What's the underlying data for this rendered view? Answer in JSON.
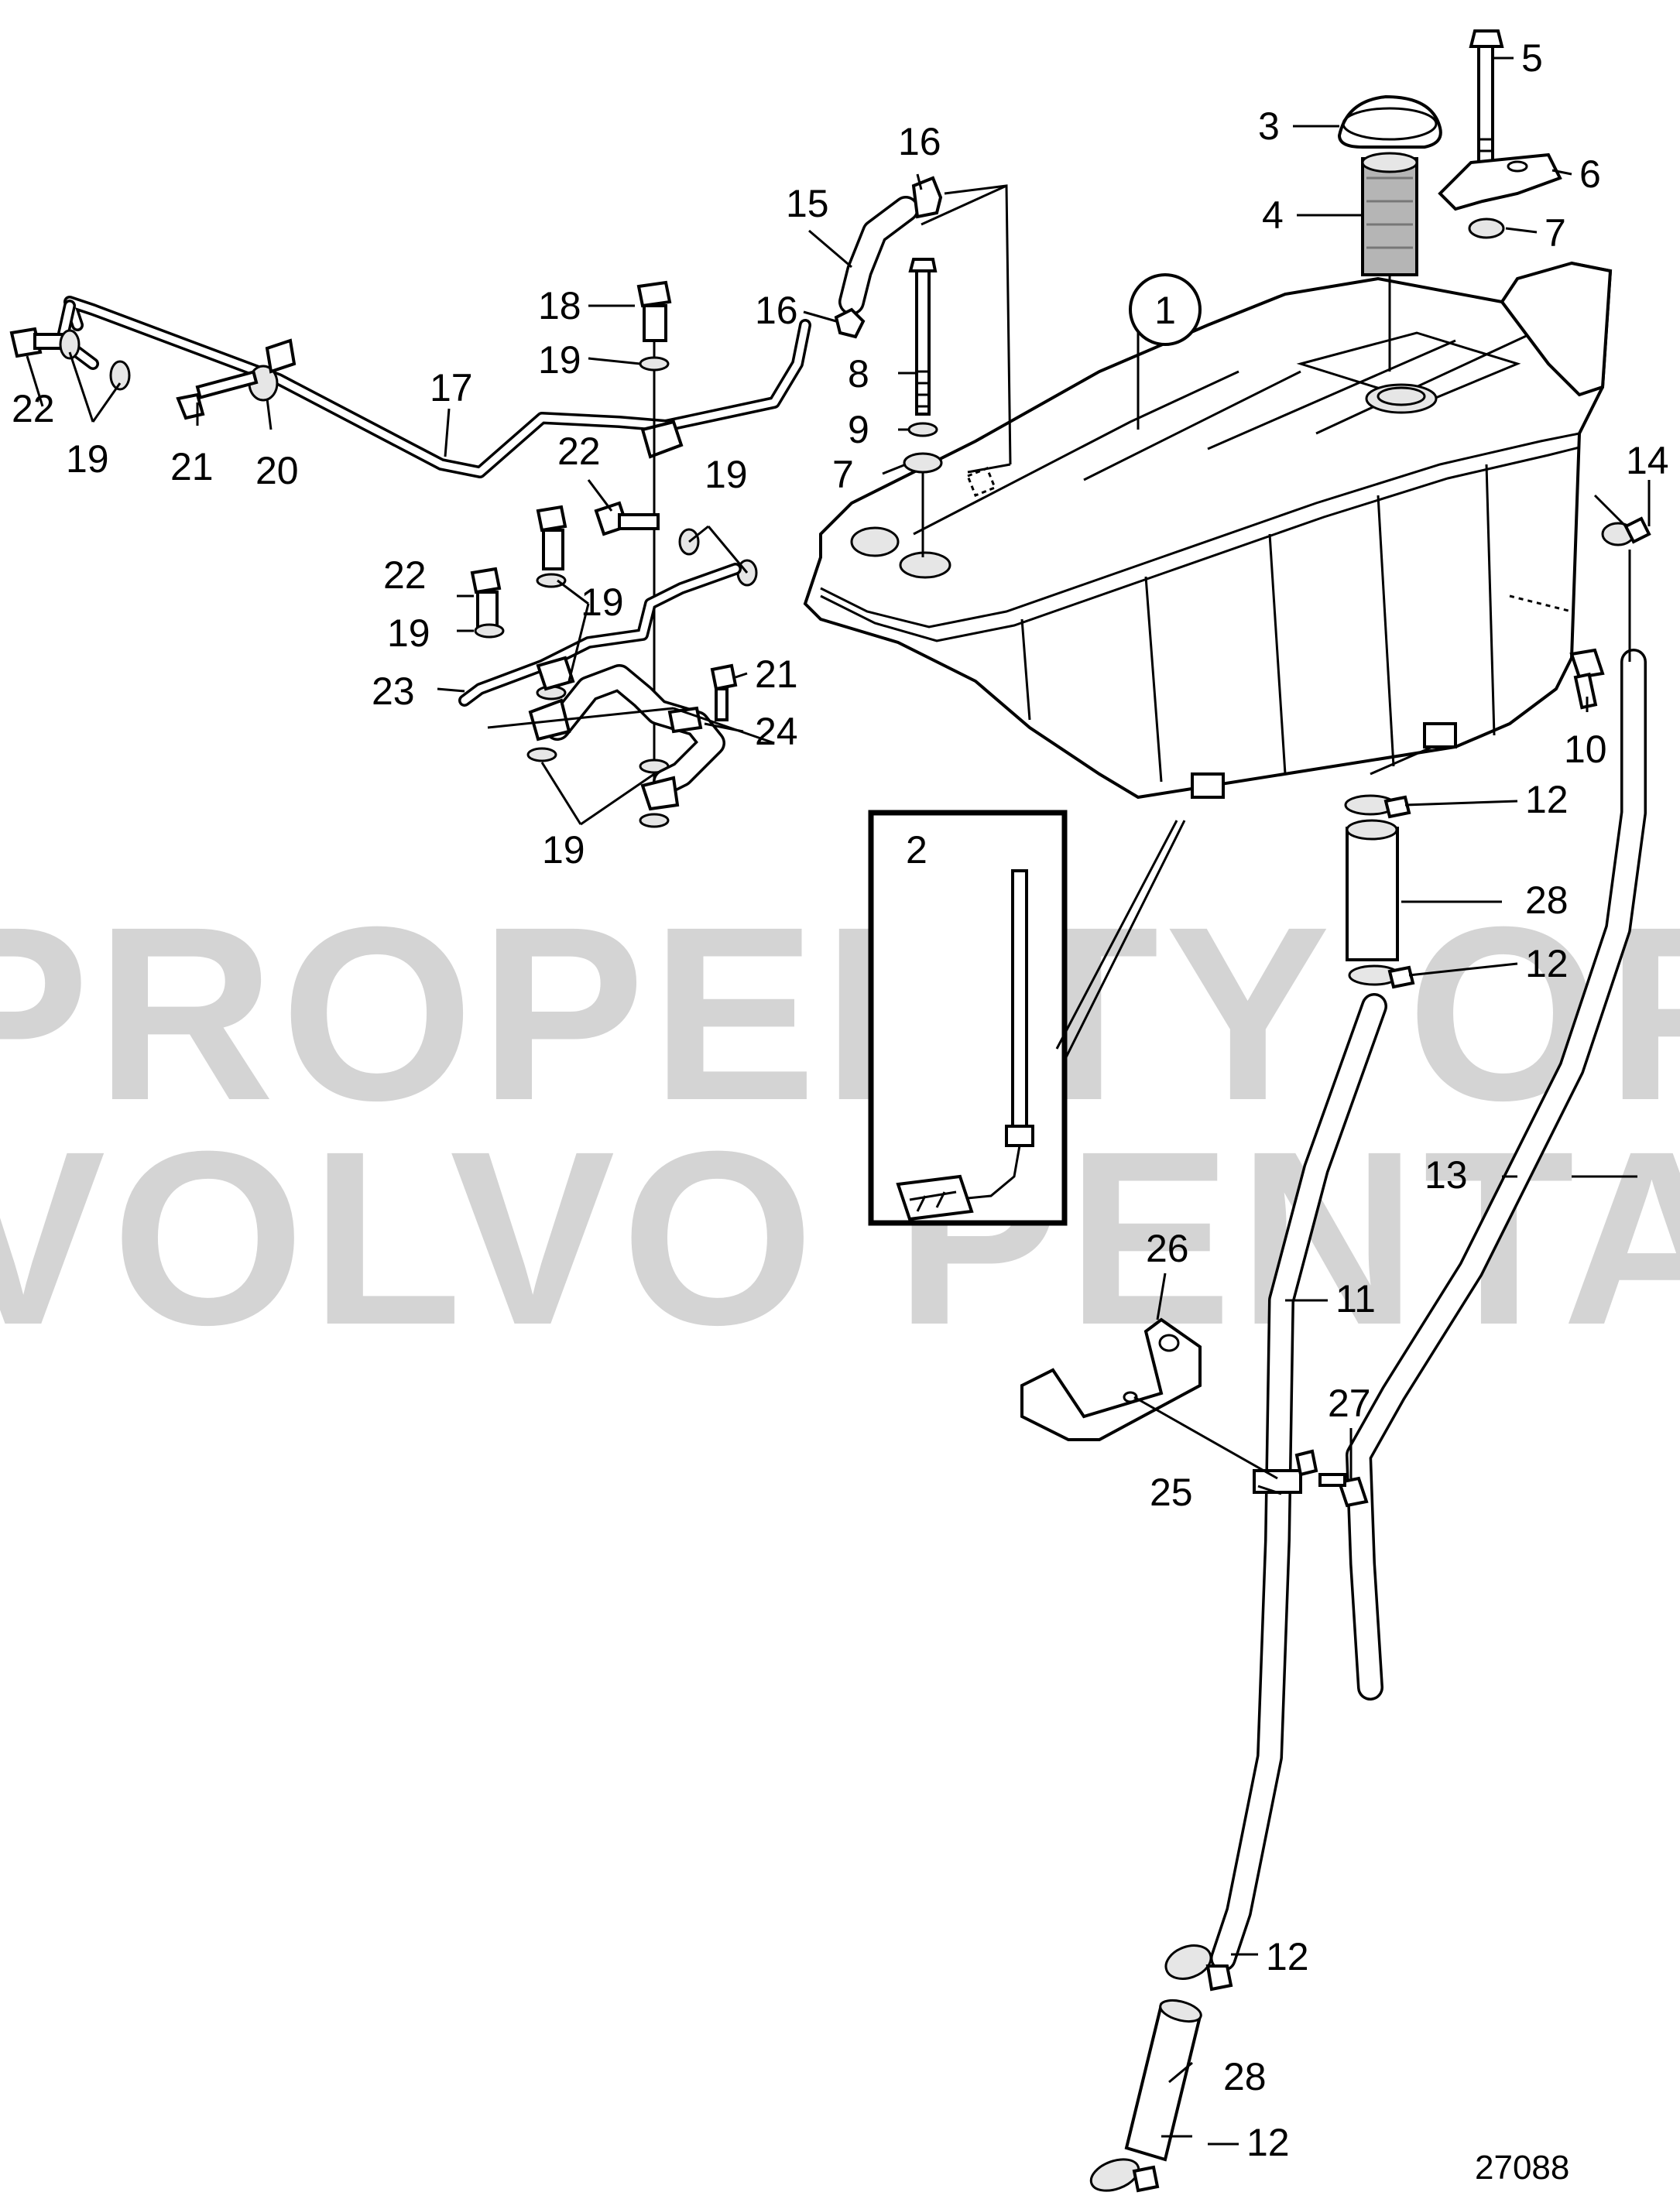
{
  "watermark": {
    "line1": "PROPERTY OF",
    "line2": "VOLVO PENTA"
  },
  "figure_number": "27088",
  "callouts": {
    "c1": "1",
    "c2": "2",
    "c3": "3",
    "c4": "4",
    "c5": "5",
    "c6": "6",
    "c7a": "7",
    "c7b": "7",
    "c8": "8",
    "c9": "9",
    "c10": "10",
    "c11": "11",
    "c12a": "12",
    "c12b": "12",
    "c12c": "12",
    "c12d": "12",
    "c13": "13",
    "c14": "14",
    "c15": "15",
    "c16a": "16",
    "c16b": "16",
    "c17": "17",
    "c18": "18",
    "c19a": "19",
    "c19b": "19",
    "c19c": "19",
    "c19d": "19",
    "c19e": "19",
    "c19f": "19",
    "c20": "20",
    "c21a": "21",
    "c21b": "21",
    "c22a": "22",
    "c22b": "22",
    "c22c": "22",
    "c23": "23",
    "c24": "24",
    "c25": "25",
    "c26": "26",
    "c27": "27",
    "c28a": "28",
    "c28b": "28"
  }
}
